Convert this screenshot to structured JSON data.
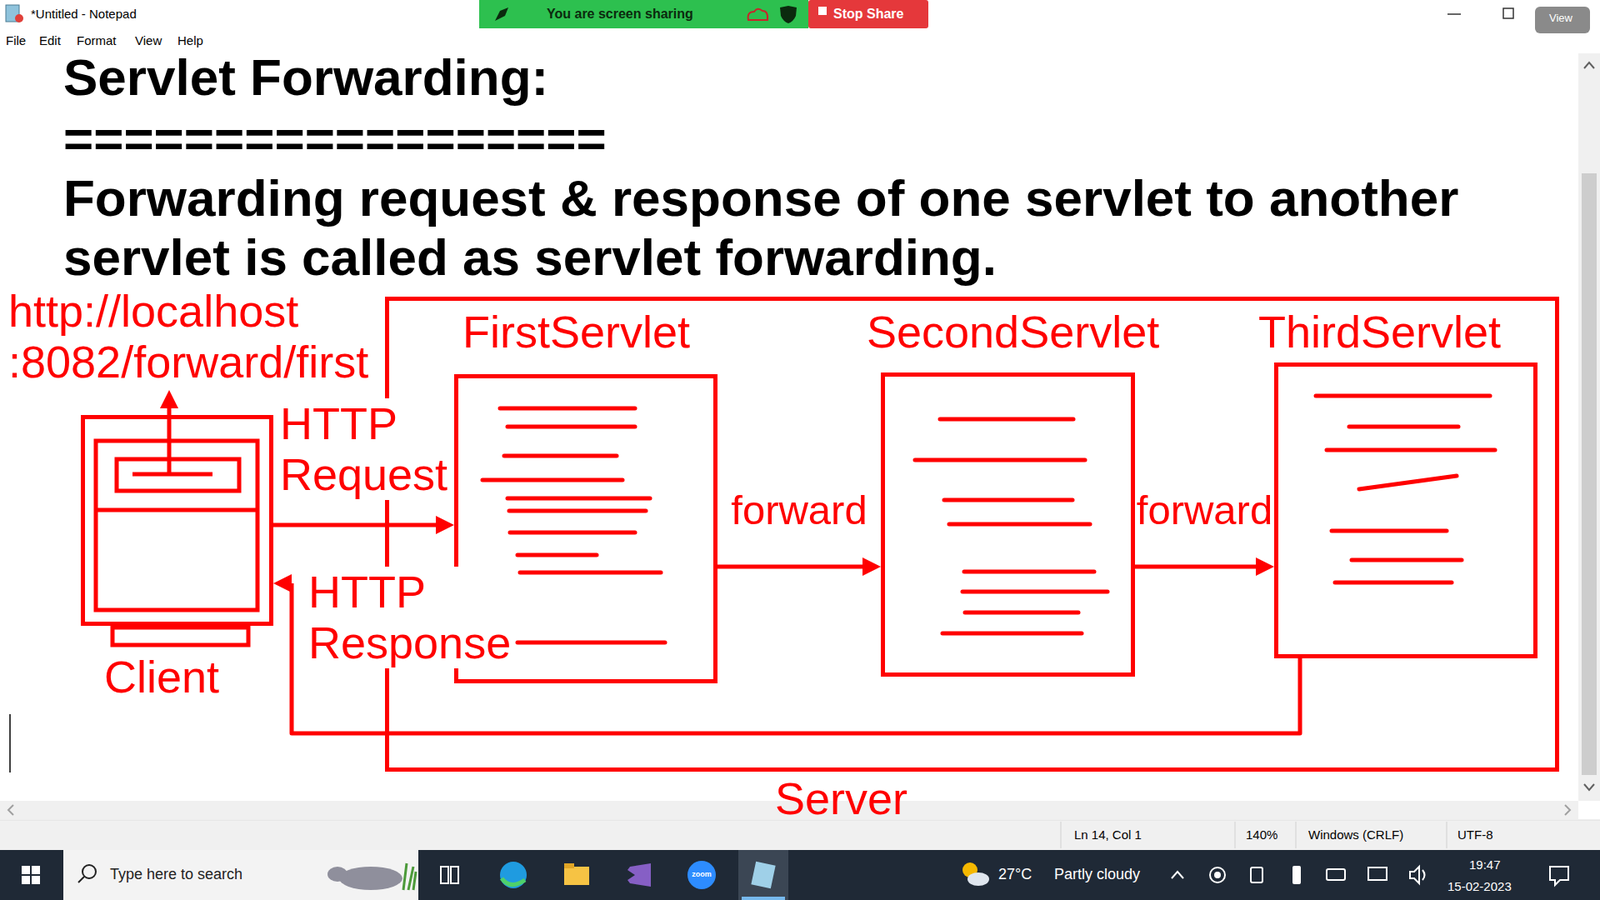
{
  "diagram": {
    "title": "Servlet Forwarding:",
    "nodes": [
      {
        "text": [
          "Client"
        ]
      },
      {
        "text": [
          "Server"
        ]
      },
      {
        "text": [
          "FirstServlet"
        ],
        "in": 1
      },
      {
        "text": [
          "SecondServlet"
        ],
        "in": 1
      },
      {
        "text": [
          "ThirdServlet"
        ],
        "in": 1
      }
    ],
    "edges": [
      {
        "from": 0,
        "to": 2,
        "label": "HTTP Request",
        "arrow": "to"
      },
      {
        "from": 2,
        "to": 3,
        "label": "forward",
        "arrow": "to"
      },
      {
        "from": 3,
        "to": 4,
        "label": "forward",
        "arrow": "to"
      },
      {
        "from": 4,
        "to": 0,
        "label": "HTTP Response",
        "arrow": "to"
      }
    ],
    "labels": [
      "*Untitled - Notepad",
      "You are screen sharing",
      "Stop Share",
      "View",
      "File",
      "Edit",
      "Format",
      "View",
      "Help",
      "==================",
      "Forwarding request & response of one servlet to another servlet is called as servlet forwarding.",
      "http://localhost :8082/forward/first",
      "Ln 14, Col 1",
      "140%",
      "Windows (CRLF)",
      "UTF-8",
      "Type here to search",
      "zoom",
      "27°C",
      "Partly cloudy",
      "19:47",
      "15-02-2023"
    ]
  }
}
